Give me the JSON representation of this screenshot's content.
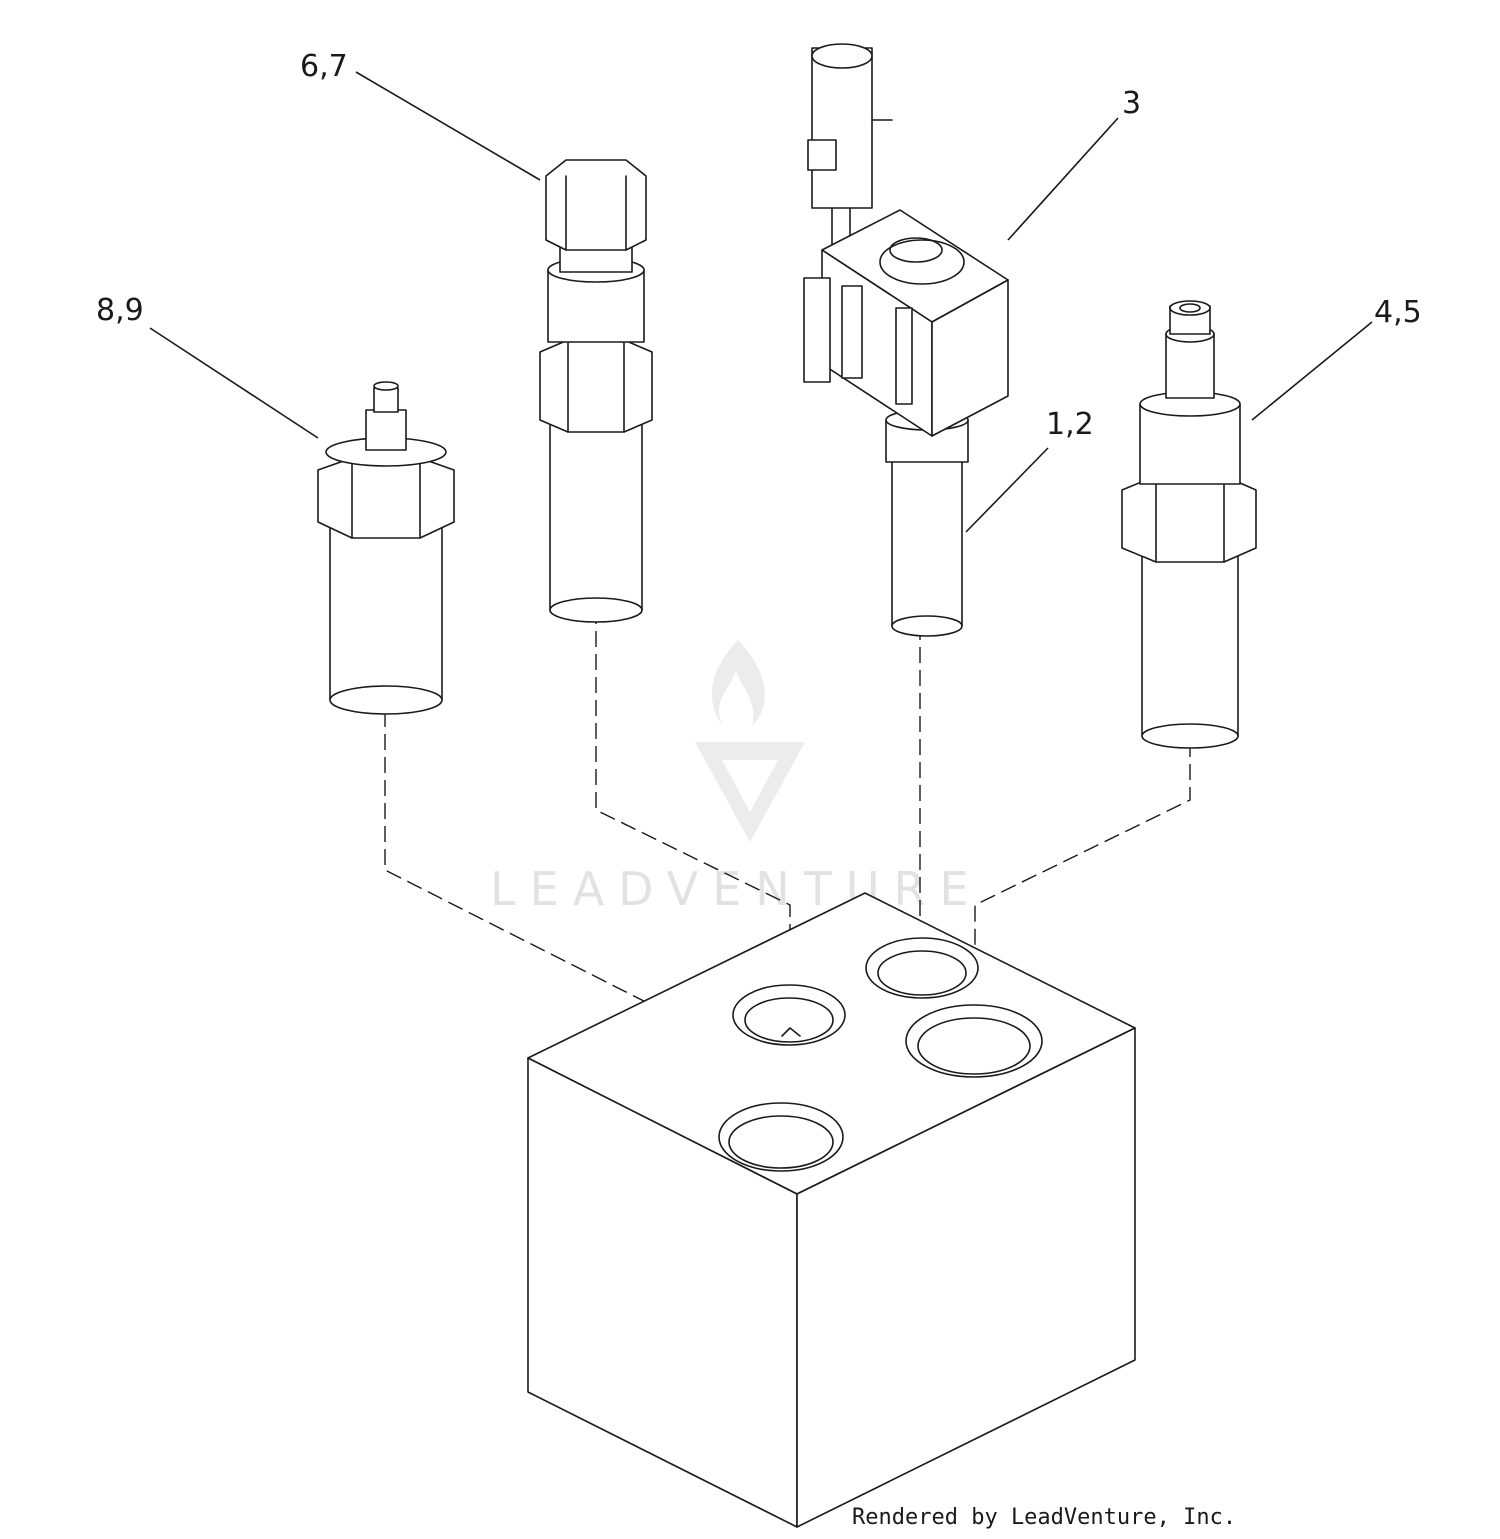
{
  "callouts": {
    "c67": "6,7",
    "c3": "3",
    "c89": "8,9",
    "c45": "4,5",
    "c12": "1,2"
  },
  "watermark": {
    "text": "LEADVENTURE",
    "color": "#e2e2e2"
  },
  "credit": "Rendered by LeadVenture, Inc.",
  "colors": {
    "line": "#1a1a1a",
    "background": "#ffffff"
  }
}
